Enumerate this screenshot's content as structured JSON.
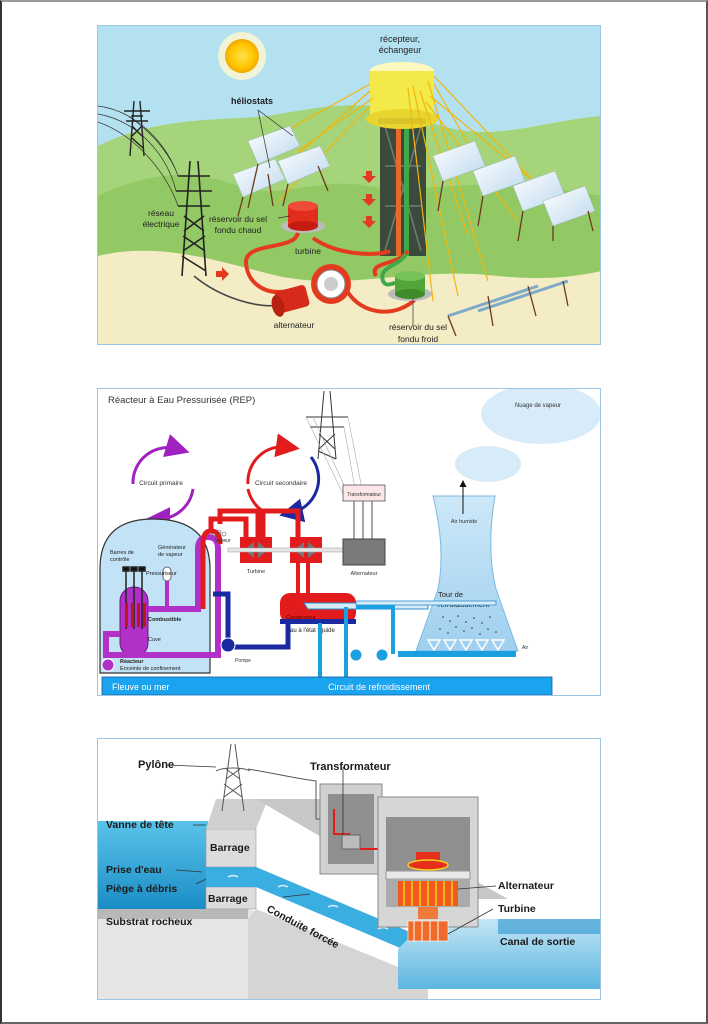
{
  "figures": {
    "solar": {
      "labels": {
        "receiver_line1": "récepteur,",
        "receiver_line2": "échangeur",
        "heliostats": "héliostats",
        "grid_line1": "réseau",
        "grid_line2": "électrique",
        "hot_tank_line1": "réservoir du sel",
        "hot_tank_line2": "fondu chaud",
        "turbine": "turbine",
        "alternator": "alternateur",
        "cold_tank_line1": "réservoir du sel",
        "cold_tank_line2": "fondu froid"
      }
    },
    "nuclear": {
      "title": "Réacteur à Eau Pressurisée (REP)",
      "labels": {
        "primary_circuit": "Circuit primaire",
        "secondary_circuit": "Circuit secondaire",
        "transformer": "Transformateur",
        "steam_cloud": "Nuage de vapeur",
        "humid_air": "Air humide",
        "control_rods_line1": "Barres de",
        "control_rods_line2": "contrôle",
        "steam_generator_line1": "Générateur",
        "steam_generator_line2": "de vapeur",
        "steam": "Vapeur",
        "pressurizer": "Pressuriseur",
        "fuel": "Combustible",
        "vessel": "Cuve",
        "reactor": "Réacteur",
        "containment": "Enceinte de confinement",
        "turbine": "Turbine",
        "alternator": "Alternateur",
        "condenser": "Condenseur",
        "liquid_water": "Eau à l'état liquide",
        "pump": "Pompe",
        "cooling_tower_line1": "Tour de",
        "cooling_tower_line2": "refroidissement",
        "air": "Air",
        "river": "Fleuve ou mer",
        "cooling_circuit": "Circuit de refroidissement"
      }
    },
    "hydro": {
      "labels": {
        "pylon": "Pylône",
        "transformer": "Transformateur",
        "head_gate": "Vanne de tête",
        "dam_upper": "Barrage",
        "water_intake": "Prise d'eau",
        "debris_trap": "Piège à débris",
        "dam_lower": "Barrage",
        "bedrock": "Substrat rocheux",
        "penstock": "Conduite forcée",
        "alternator": "Alternateur",
        "turbine": "Turbine",
        "outlet_channel": "Canal de sortie"
      }
    }
  }
}
